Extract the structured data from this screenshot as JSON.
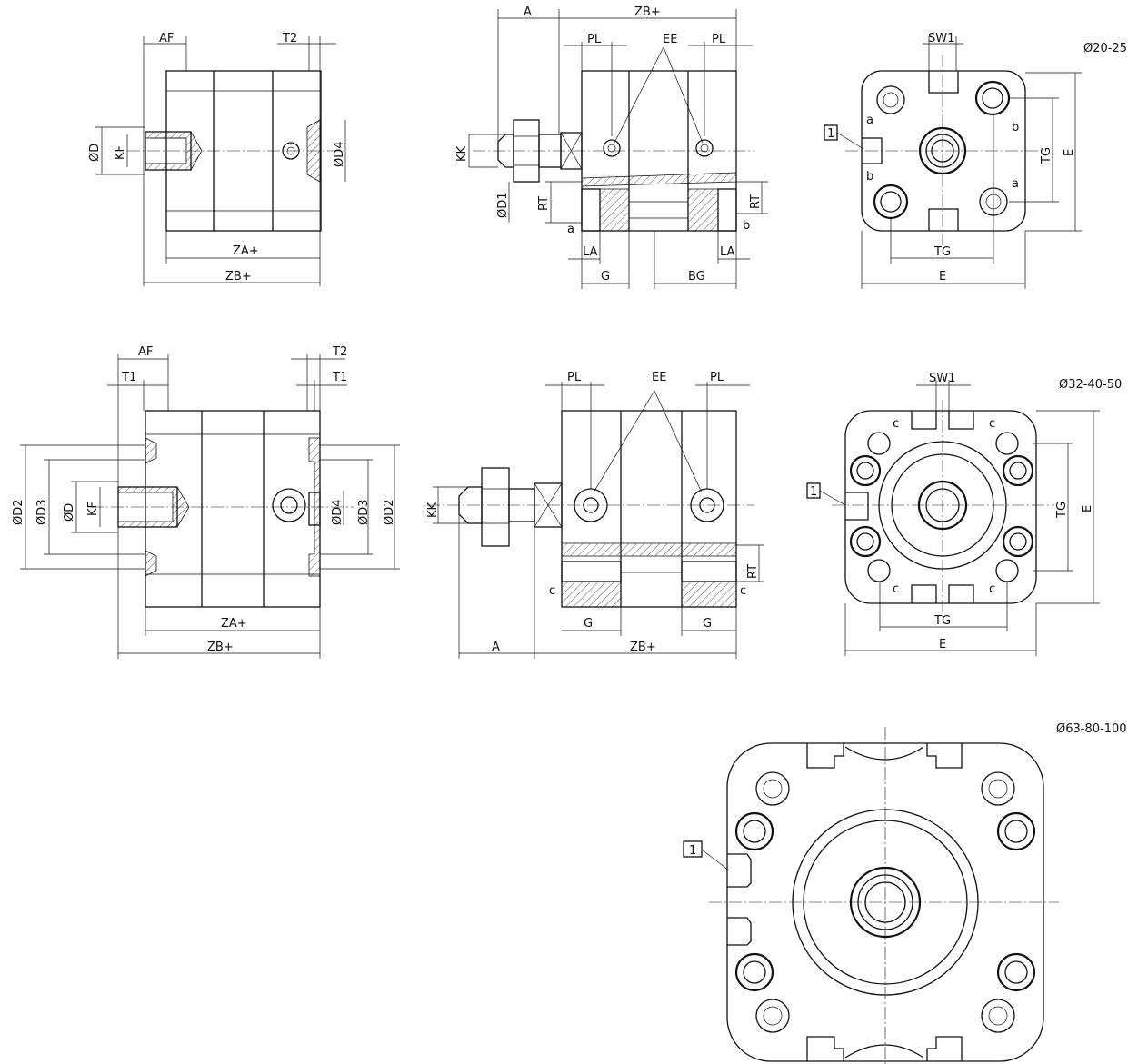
{
  "variants": {
    "small": "Ø20-25",
    "medium": "Ø32-40-50",
    "large": "Ø63-80-100"
  },
  "labels": {
    "AF": "AF",
    "T1": "T1",
    "T2": "T2",
    "ZA": "ZA+",
    "ZB": "ZB+",
    "A": "A",
    "PL": "PL",
    "EE": "EE",
    "KK": "KK",
    "D1": "ØD1",
    "RT": "RT",
    "LA": "LA",
    "G": "G",
    "BG": "BG",
    "D": "ØD",
    "D2": "ØD2",
    "D3": "ØD3",
    "D4": "ØD4",
    "KF": "KF",
    "SW1": "SW1",
    "TG": "TG",
    "E": "E",
    "a": "a",
    "b": "b",
    "c": "c",
    "callout": "1"
  }
}
